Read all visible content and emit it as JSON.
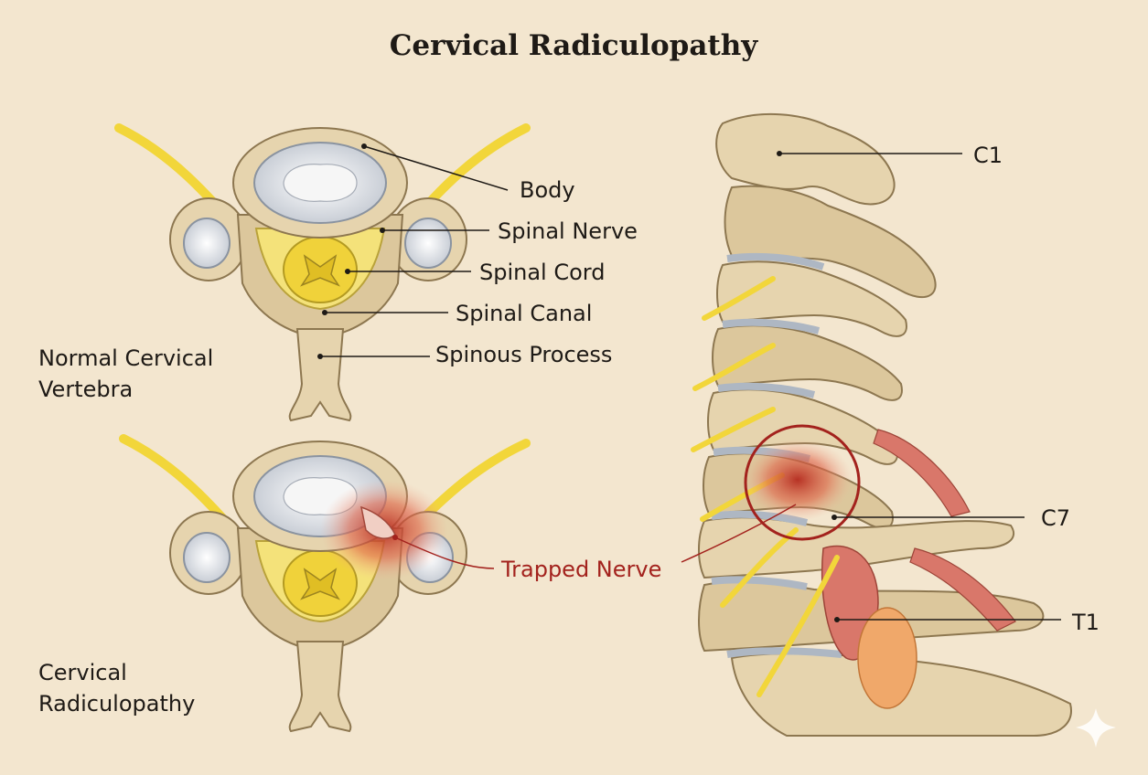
{
  "title": "Cervical Radiculopathy",
  "top_diagram": {
    "caption_line1": "Normal Cervical",
    "caption_line2": "Vertebra",
    "labels": {
      "body": "Body",
      "spinal_nerve": "Spinal Nerve",
      "spinal_cord": "Spinal Cord",
      "spinal_canal": "Spinal Canal",
      "spinous_process": "Spinous Process"
    }
  },
  "bottom_diagram": {
    "caption_line1": "Cervical",
    "caption_line2": "Radiculopathy",
    "trapped_label": "Trapped Nerve"
  },
  "side_view": {
    "labels": {
      "c1": "C1",
      "c7": "C7",
      "t1": "T1"
    }
  },
  "colors": {
    "background": "#f3e6cf",
    "bone": "#e6d4ae",
    "nerve": "#f2d63a",
    "inflammation": "#c0392b",
    "label_red": "#a3221d"
  }
}
